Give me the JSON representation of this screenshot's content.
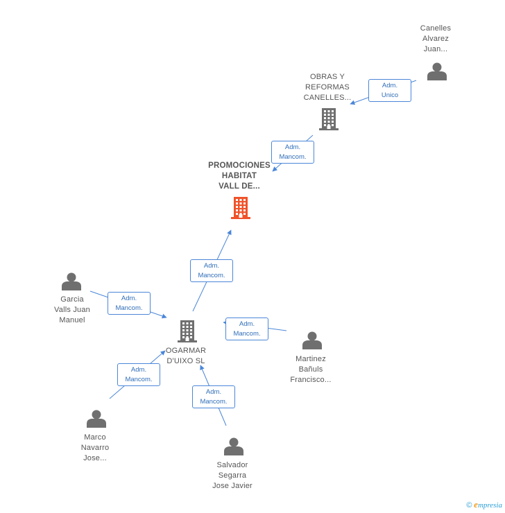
{
  "colors": {
    "edge": "#4a86d8",
    "edge_text": "#2f6db8",
    "node_gray": "#6f6f6f",
    "node_main": "#f0532a",
    "label": "#555555"
  },
  "nodes": [
    {
      "id": "canelles",
      "kind": "person",
      "label": "Canelles\nAlvarez\nJuan..."
    },
    {
      "id": "obras",
      "kind": "company",
      "label": "OBRAS Y\nREFORMAS\nCANELLES..."
    },
    {
      "id": "promociones",
      "kind": "company-main",
      "label": "PROMOCIONES\nHABITAT\nVALL DE..."
    },
    {
      "id": "ogarmar",
      "kind": "company",
      "label": "OGARMAR\nD'UIXO SL"
    },
    {
      "id": "garcia",
      "kind": "person",
      "label": "Garcia\nValls Juan\nManuel"
    },
    {
      "id": "martinez",
      "kind": "person",
      "label": "Martinez\nBañuls\nFrancisco..."
    },
    {
      "id": "marco",
      "kind": "person",
      "label": "Marco\nNavarro\nJose..."
    },
    {
      "id": "salvador",
      "kind": "person",
      "label": "Salvador\nSegarra\nJose Javier"
    }
  ],
  "edges": [
    {
      "id": "e1",
      "from": "canelles",
      "to": "obras",
      "line1": "Adm.",
      "line2": "Unico"
    },
    {
      "id": "e2",
      "from": "obras",
      "to": "promociones",
      "line1": "Adm.",
      "line2": "Mancom."
    },
    {
      "id": "e3",
      "from": "ogarmar",
      "to": "promociones",
      "line1": "Adm.",
      "line2": "Mancom."
    },
    {
      "id": "e4",
      "from": "garcia",
      "to": "ogarmar",
      "line1": "Adm.",
      "line2": "Mancom."
    },
    {
      "id": "e5",
      "from": "martinez",
      "to": "ogarmar",
      "line1": "Adm.",
      "line2": "Mancom."
    },
    {
      "id": "e6",
      "from": "marco",
      "to": "ogarmar",
      "line1": "Adm.",
      "line2": "Mancom."
    },
    {
      "id": "e7",
      "from": "salvador",
      "to": "ogarmar",
      "line1": "Adm.",
      "line2": "Mancom."
    }
  ],
  "footer": {
    "copyright": "©",
    "brand_initial": "e",
    "brand_rest": "mpresia"
  }
}
